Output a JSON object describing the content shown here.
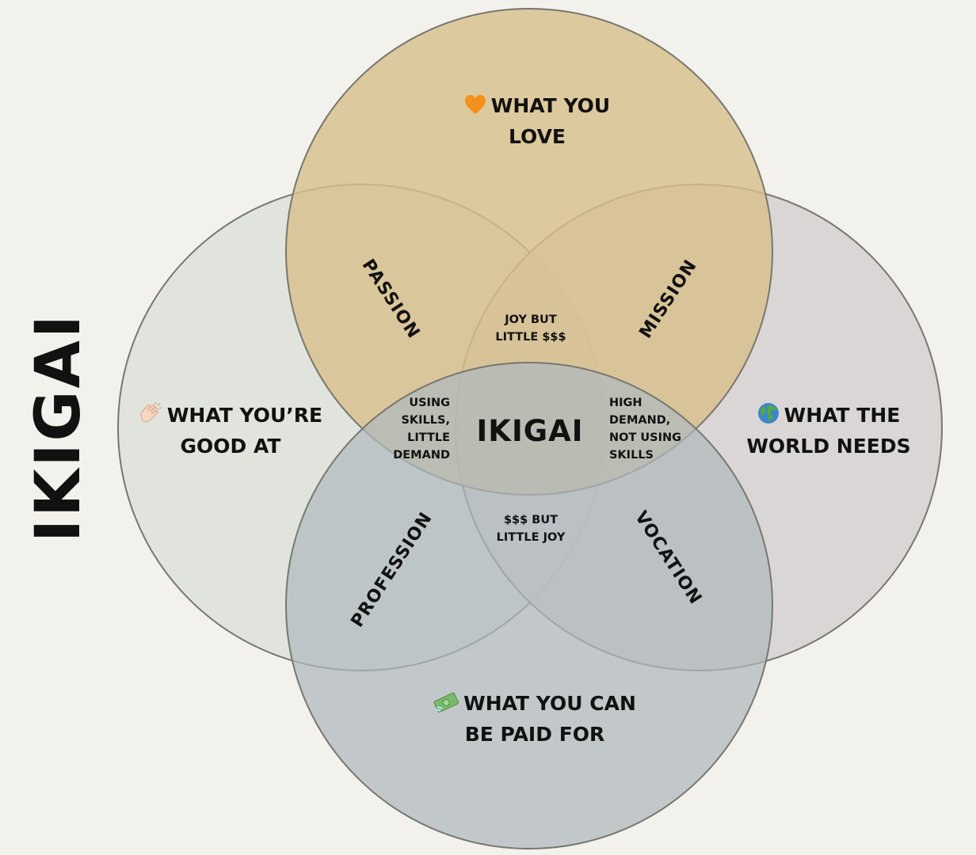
{
  "side_title": "IKIGAI",
  "colors": {
    "background": "#f2f1ec",
    "love": "#d8bf8c",
    "good_at": "#dde2da",
    "world_needs": "#d6d1d1",
    "paid_for": "#b9c3c6",
    "outline": "#77776f"
  },
  "circles": {
    "love": {
      "label": "WHAT YOU LOVE",
      "icon": "orange-heart-icon"
    },
    "good_at": {
      "label": "WHAT YOU’RE GOOD AT",
      "icon": "clapping-hands-icon"
    },
    "world_needs": {
      "label": "WHAT THE WORLD NEEDS",
      "icon": "globe-icon"
    },
    "paid_for": {
      "label": "WHAT YOU CAN BE PAID FOR",
      "icon": "money-bill-icon"
    }
  },
  "overlaps": {
    "passion": "PASSION",
    "mission": "MISSION",
    "profession": "PROFESSION",
    "vocation": "VOCATION",
    "joy_little_money": "JOY BUT LITTLE $$$",
    "skills_little_demand": "USING SKILLS, LITTLE DEMAND",
    "demand_not_skills": "HIGH DEMAND, NOT USING SKILLS",
    "money_little_joy": "$$$ BUT LITTLE JOY",
    "center": "IKIGAI"
  }
}
